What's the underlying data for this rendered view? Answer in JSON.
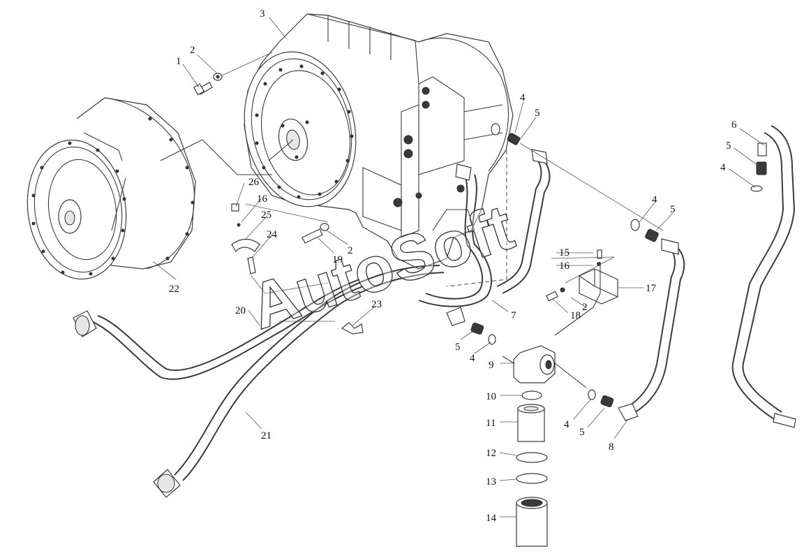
{
  "watermark": "AutoSoft",
  "labels": {
    "l1": "1",
    "l2a": "2",
    "l3": "3",
    "l4a": "4",
    "l5a": "5",
    "l6": "6",
    "l5r": "5",
    "l4r": "4",
    "l4b": "4",
    "l5b": "5",
    "l15": "15",
    "l16r": "16",
    "l17": "17",
    "l18": "18",
    "l2b": "2",
    "l26": "26",
    "l16": "16",
    "l25": "25",
    "l24": "24",
    "l19": "19",
    "l2c": "2",
    "l22": "22",
    "l20": "20",
    "l23": "23",
    "l7": "7",
    "l5c": "5",
    "l4c": "4",
    "l9": "9",
    "l10": "10",
    "l11": "11",
    "l4d": "4",
    "l5d": "5",
    "l8": "8",
    "l12": "12",
    "l13": "13",
    "l14": "14",
    "l21": "21"
  }
}
